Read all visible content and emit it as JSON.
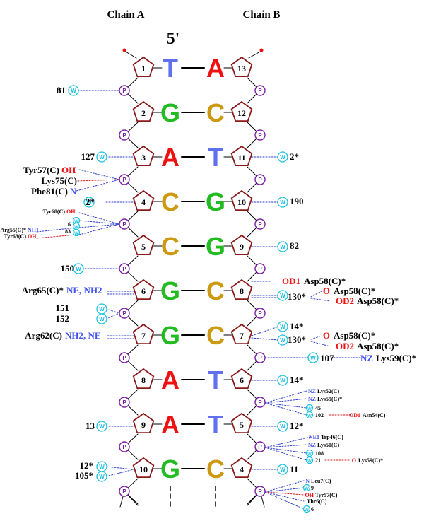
{
  "headers": {
    "chain_a": "Chain A",
    "chain_b": "Chain B",
    "end_label": "5'"
  },
  "phosphate_label": "P",
  "water_label": "W",
  "colors": {
    "A": "#ee1111",
    "T": "#6070ee",
    "G": "#22bb22",
    "C": "#cc9911",
    "sugar": "#8a1a1a",
    "phosphate": "#7a1fa0",
    "water": "#1ac0e0",
    "atom_red": "#ee1111",
    "atom_blue": "#4455ee",
    "hbond_blue": "#3344cc",
    "hbond_red": "#cc2222"
  },
  "pairs": [
    {
      "a": "T",
      "b": "A",
      "na": "1",
      "nb": "13"
    },
    {
      "a": "G",
      "b": "C",
      "na": "2",
      "nb": "12"
    },
    {
      "a": "A",
      "b": "T",
      "na": "3",
      "nb": "11"
    },
    {
      "a": "C",
      "b": "G",
      "na": "4",
      "nb": "10"
    },
    {
      "a": "C",
      "b": "G",
      "na": "5",
      "nb": "9"
    },
    {
      "a": "G",
      "b": "C",
      "na": "6",
      "nb": "8"
    },
    {
      "a": "G",
      "b": "C",
      "na": "7",
      "nb": "7"
    },
    {
      "a": "A",
      "b": "T",
      "na": "8",
      "nb": "6"
    },
    {
      "a": "A",
      "b": "T",
      "na": "9",
      "nb": "5"
    },
    {
      "a": "G",
      "b": "C",
      "na": "10",
      "nb": "4"
    }
  ],
  "left_labels": {
    "w81": "81",
    "w127": "127",
    "w2s": "2*",
    "w150": "150",
    "w151": "151",
    "w152": "152",
    "w13": "13",
    "w12s": "12*",
    "w105s": "105*",
    "tyr57_res": "Tyr57(C)",
    "tyr57_atom": "OH",
    "lys75_res": "Lys75(C)",
    "phe81_res": "Phe81(C)",
    "phe81_atom": "N",
    "arg65_res": "Arg65(C)*",
    "arg65_atom": "NE, NH2",
    "arg62_res": "Arg62(C)",
    "arg62_atom": "NH2, NE",
    "s_tyr68_res": "Tyr68(C)",
    "s_tyr68_atom": "OH",
    "s_w6": "6",
    "s_w83": "83",
    "s_arg55_res": "Arg55(C)*",
    "s_arg55_atom": "NH1",
    "s_tyr63_res": "Tyr63(C)",
    "s_tyr63_atom": "OH"
  },
  "right_labels": {
    "w2s": "2*",
    "w190": "190",
    "w82": "82",
    "od1_asp58_atom": "OD1",
    "od1_asp58_res": "Asp58(C)*",
    "w130s_1": "130*",
    "o_asp58_atom_1": "O",
    "o_asp58_res_1": "Asp58(C)*",
    "od2_asp58_atom_1": "OD2",
    "od2_asp58_res_1": "Asp58(C)*",
    "w14s_1": "14*",
    "w130s_2": "130*",
    "o_asp58_atom_2": "O",
    "o_asp58_res_2": "Asp58(C)*",
    "od2_asp58_atom_2": "OD2",
    "od2_asp58_res_2": "Asp58(C)*",
    "w107": "107",
    "nz_lys59_atom": "NZ",
    "nz_lys59_res": "Lys59(C)*",
    "w14s_2": "14*",
    "s_nz1_atom": "NZ",
    "s_lys52_res": "Lys52(C)",
    "s_nz2_atom": "NZ",
    "s_lys59_res": "Lys59(C)*",
    "s_w45": "45",
    "s_w102": "102",
    "s_od1_atom": "OD1",
    "s_asn54_res": "Asn54(C)",
    "w12s": "12*",
    "s_ne1_atom": "NE1",
    "s_trp46_res": "Trp46(C)",
    "s_nz3_atom": "NZ",
    "s_lys50_res": "Lys50(C)",
    "s_w108": "108",
    "s_w21": "21",
    "s_o_atom": "O",
    "s_lys59b_res": "Lys59(C)*",
    "w11": "11",
    "s_n_atom": "N",
    "s_leu7_res": "Leu7(C)",
    "s_w9": "9",
    "s_oh_atom": "OH",
    "s_tyr57b_res": "Tyr57(C)",
    "s_thr6_res": "Thr6(C)",
    "s_w6": "6"
  }
}
